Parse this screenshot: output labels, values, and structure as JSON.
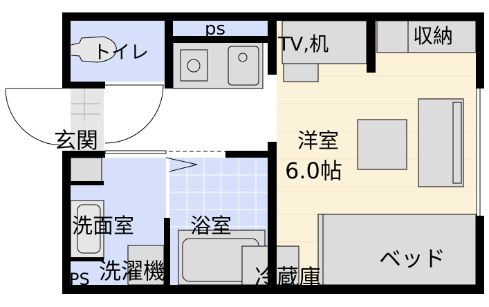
{
  "plan": {
    "rooms": {
      "toilet": "トイレ",
      "ps_top": "ps",
      "tv_desk": "TV,机",
      "storage": "収納",
      "entrance": "玄関",
      "western_room": "洋室",
      "room_size": "6.0帖",
      "washroom": "洗面室",
      "bathroom": "浴室",
      "washing_machine": "洗濯機",
      "refrigerator": "冷蔵庫",
      "bed": "ベッド",
      "ps_bottom": "PS"
    },
    "colors": {
      "wall": "#000000",
      "wet_area": "#d6e0fa",
      "western_room": "#fcf1d9",
      "fixture": "#dcdcdc",
      "entrance_tile": "#e6e6e6"
    }
  }
}
